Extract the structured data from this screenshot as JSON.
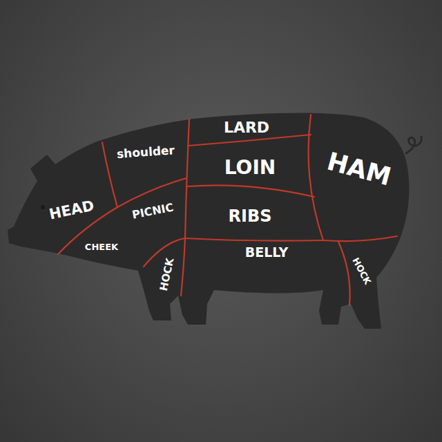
{
  "diagram": {
    "labels": [
      "LARD",
      "shoulder",
      "LOIN",
      "HAM",
      "HEAD",
      "PICNIC",
      "RIBS",
      "CHEEK",
      "BELLY",
      "HOCK",
      "HOCK"
    ]
  }
}
